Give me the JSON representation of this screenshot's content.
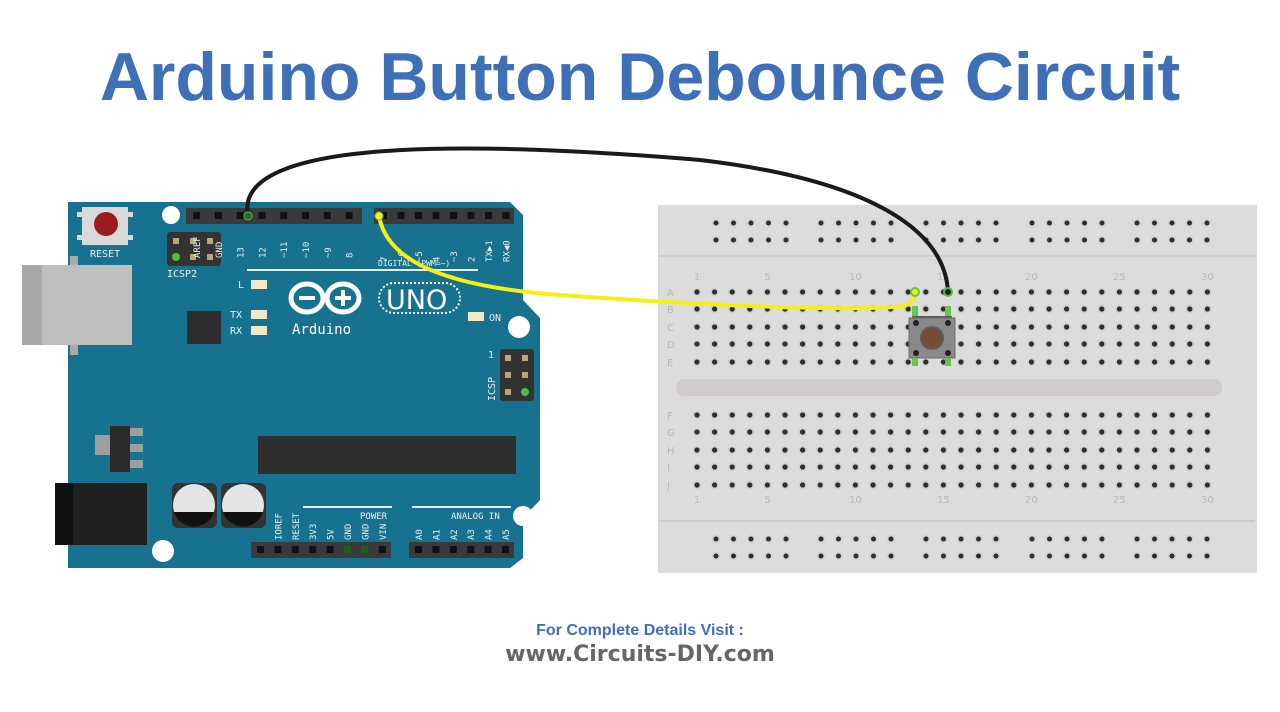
{
  "title": "Arduino Button Debounce Circuit",
  "footer": {
    "line1": "For Complete Details Visit :",
    "line2": "www.Circuits-DIY.com"
  },
  "arduino": {
    "board_name": "UNO",
    "brand": "Arduino",
    "reset_label": "RESET",
    "icsp2_label": "ICSP2",
    "icsp_label": "ICSP",
    "icsp_pin1": "1",
    "led_labels": [
      "L",
      "TX",
      "RX",
      "ON"
    ],
    "digital_header_label": "DIGITAL (PWM=~)",
    "digital_pins_left": [
      "AREF",
      "GND",
      "13",
      "12",
      "~11",
      "~10",
      "~9",
      "8"
    ],
    "digital_pins_right": [
      "7",
      "~6",
      "~5",
      "4",
      "~3",
      "2",
      "TX▶1",
      "RX◀0"
    ],
    "power_header_label": "POWER",
    "power_pins": [
      "",
      "IOREF",
      "RESET",
      "3V3",
      "5V",
      "GND",
      "GND",
      "VIN"
    ],
    "analog_header_label": "ANALOG IN",
    "analog_pins": [
      "A0",
      "A1",
      "A2",
      "A3",
      "A4",
      "A5"
    ],
    "colors": {
      "board": "#17728f",
      "board_edge": "#0f5f78",
      "header": "#3a3a3a",
      "reset_button": "#9b1c1c"
    }
  },
  "breadboard": {
    "column_labels": [
      "1",
      "5",
      "10",
      "15",
      "20",
      "25",
      "30"
    ],
    "row_labels_top": [
      "A",
      "B",
      "C",
      "D",
      "E"
    ],
    "row_labels_bottom": [
      "F",
      "G",
      "H",
      "I",
      "J"
    ],
    "columns": 30,
    "colors": {
      "body": "#dcdcdc",
      "hole": "#2e2e2e",
      "label": "#b9b9b9"
    }
  },
  "components": {
    "push_button": {
      "position": "columns 13-15, rows B-E",
      "cap_color": "#7a4a38"
    }
  },
  "wires": [
    {
      "color": "#000000",
      "from": "Arduino GND",
      "to": "Breadboard A14"
    },
    {
      "color": "#f5ee19",
      "from": "Arduino pin 7",
      "to": "Breadboard A12"
    }
  ]
}
